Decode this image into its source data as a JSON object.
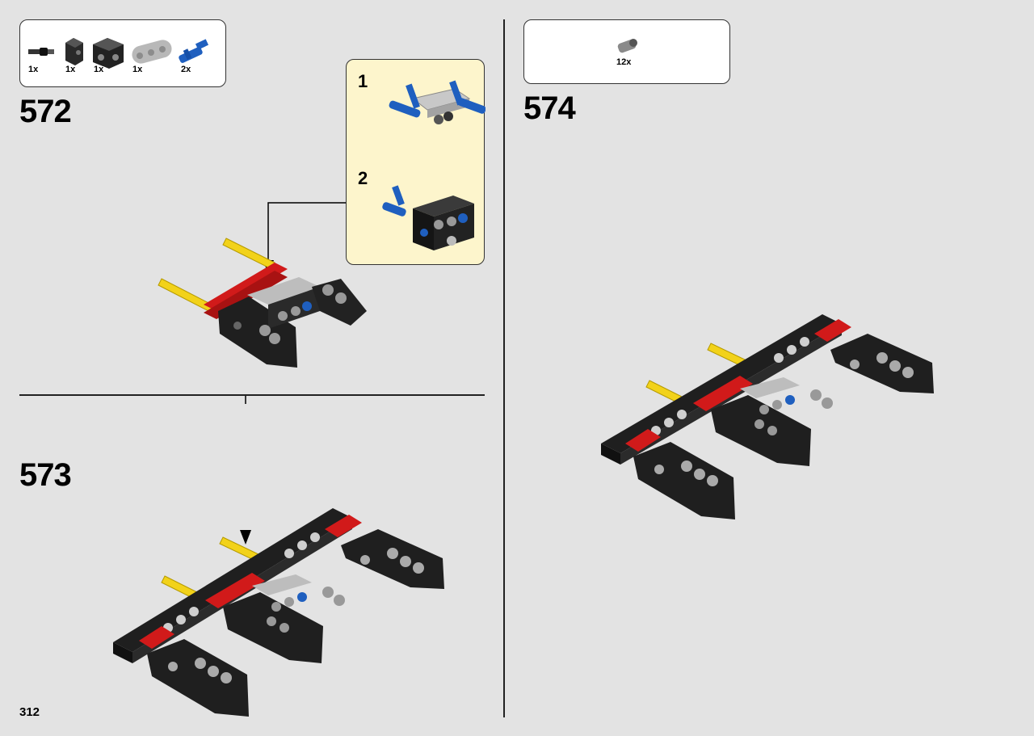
{
  "step_572": {
    "number": "572",
    "parts": [
      {
        "icon": "axle-pin-black",
        "qty": "1x"
      },
      {
        "icon": "connector-black-small",
        "qty": "1x"
      },
      {
        "icon": "connector-black-double",
        "qty": "1x"
      },
      {
        "icon": "beam-3-light-grey",
        "qty": "1x"
      },
      {
        "icon": "axle-pin-blue",
        "qty": "2x"
      }
    ],
    "substeps": [
      {
        "number": "1"
      },
      {
        "number": "2"
      }
    ]
  },
  "step_573": {
    "number": "573"
  },
  "step_574": {
    "number": "574",
    "parts": [
      {
        "icon": "pin-grey",
        "qty": "12x"
      }
    ]
  },
  "page_number": "312",
  "colors": {
    "background": "#e3e3e3",
    "callout": "#fdf5cc",
    "black_part": "#1f1f1f",
    "red_part": "#d11a1a",
    "yellow_axle": "#f2d21a",
    "blue_pin": "#1f5fbf",
    "grey_part": "#b8b8b8"
  }
}
